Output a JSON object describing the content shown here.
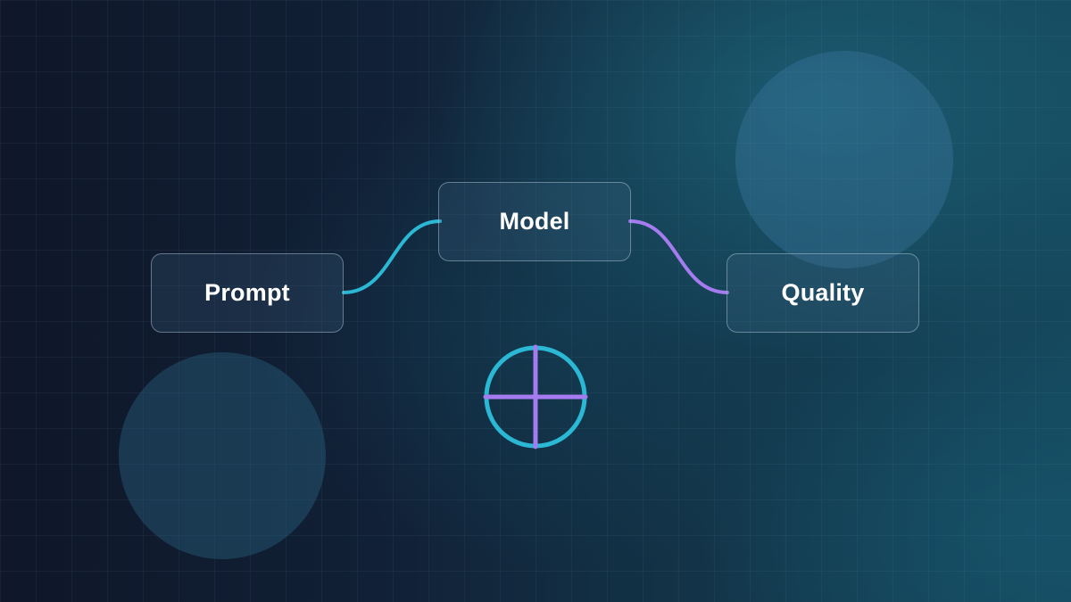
{
  "nodes": {
    "prompt": {
      "label": "Prompt"
    },
    "model": {
      "label": "Model"
    },
    "quality": {
      "label": "Quality"
    }
  },
  "connectors": [
    {
      "from": "prompt",
      "to": "model",
      "color": "#2bb8d4"
    },
    {
      "from": "model",
      "to": "quality",
      "color": "#a57cf0"
    }
  ],
  "hub": {
    "icon": "circle-cross-icon",
    "ring_color": "#2bb8d4",
    "cross_color": "#a57cf0"
  },
  "colors": {
    "background_dark": "#0f1729",
    "background_teal": "#15475c",
    "node_border": "#b4c8d8",
    "text": "#ffffff"
  }
}
